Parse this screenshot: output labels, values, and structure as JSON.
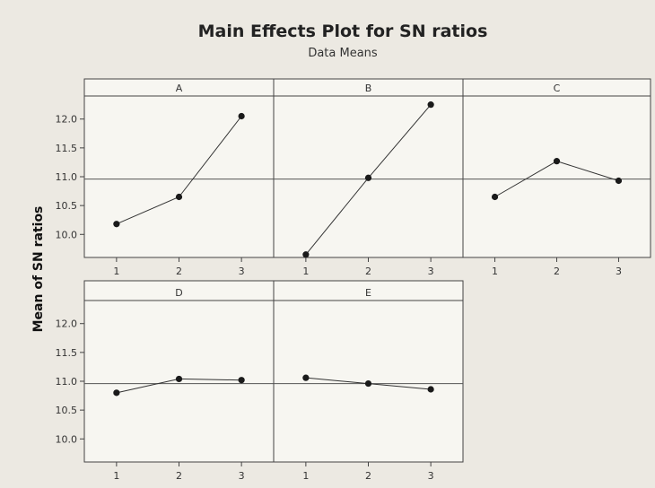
{
  "chart_data": {
    "type": "line",
    "title": "Main Effects Plot for SN ratios",
    "subtitle": "Data Means",
    "ylabel": "Mean of SN ratios",
    "xlabel": "",
    "x_ticks": [
      "1",
      "2",
      "3"
    ],
    "y_ticks": [
      "10.0",
      "10.5",
      "11.0",
      "11.5",
      "12.0"
    ],
    "ylim": [
      9.6,
      12.4
    ],
    "reference_line": 10.96,
    "layout": "panel grid, 3 on top row, 2 on bottom row",
    "panels": [
      {
        "factor": "A",
        "x": [
          1,
          2,
          3
        ],
        "values": [
          10.18,
          10.65,
          12.05
        ]
      },
      {
        "factor": "B",
        "x": [
          1,
          2,
          3
        ],
        "values": [
          9.65,
          10.98,
          12.25
        ]
      },
      {
        "factor": "C",
        "x": [
          1,
          2,
          3
        ],
        "values": [
          10.65,
          11.27,
          10.93
        ]
      },
      {
        "factor": "D",
        "x": [
          1,
          2,
          3
        ],
        "values": [
          10.8,
          11.04,
          11.02
        ]
      },
      {
        "factor": "E",
        "x": [
          1,
          2,
          3
        ],
        "values": [
          11.06,
          10.96,
          10.86
        ]
      }
    ]
  },
  "colors": {
    "background": "#ece9e2",
    "panel": "#f7f6f1",
    "line": "#333333",
    "marker": "#1a1a1a"
  }
}
